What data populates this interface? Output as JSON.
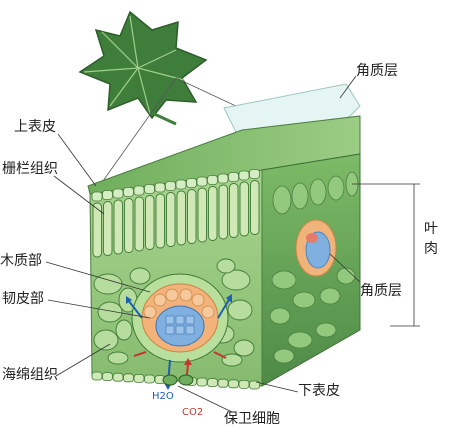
{
  "labels": {
    "cuticle_top": "角质层",
    "upper_epidermis": "上表皮",
    "palisade": "栅栏组织",
    "xylem": "木质部",
    "phloem": "韧皮部",
    "spongy": "海绵组织",
    "guard_cells": "保卫细胞",
    "lower_epidermis": "下表皮",
    "cuticle_side": "角质层",
    "mesophyll_char1": "叶",
    "mesophyll_char2": "肉",
    "water": "H2O",
    "co2": "CO2"
  },
  "colors": {
    "leaf_green": "#4f8f4a",
    "tissue_green": "#8fc27a",
    "palisade_cell": "#cfe8b6",
    "xylem_blue": "#7fb0e0",
    "phloem_orange": "#f2b27a",
    "cuticle": "#dff2f0",
    "arrow_blue": "#1f5fb0",
    "arrow_red": "#c0392b"
  }
}
